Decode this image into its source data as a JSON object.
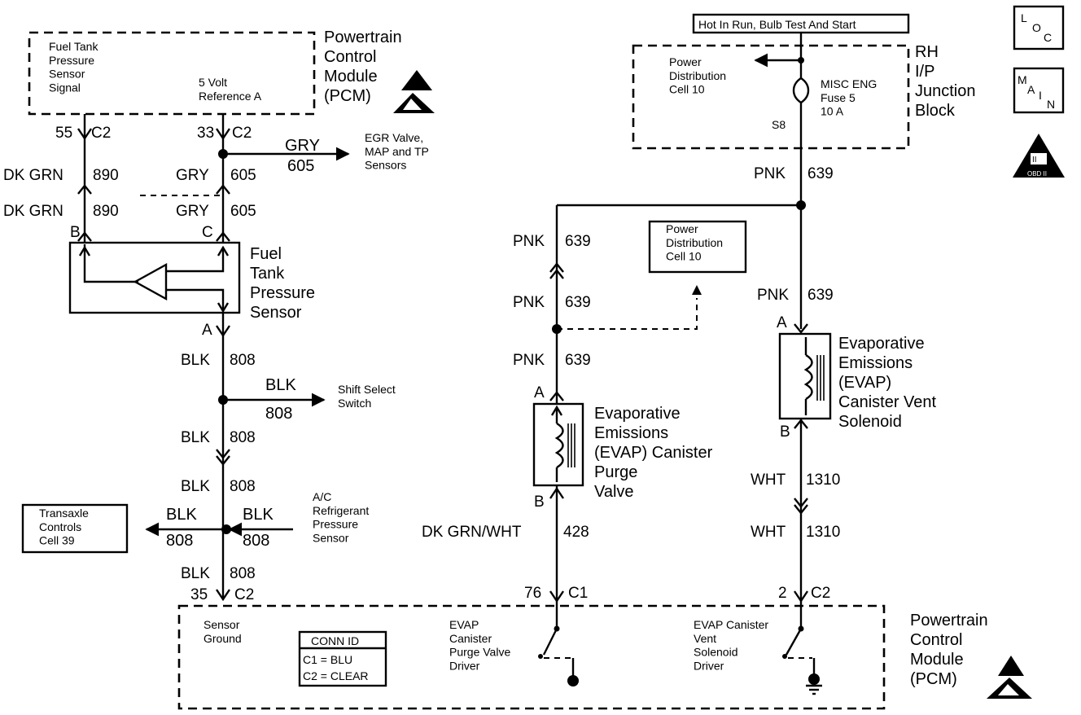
{
  "top_pcm": {
    "signal_label": "Fuel Tank\nPressure\nSensor\nSignal",
    "ref_label": "5 Volt\nReference A",
    "title": "Powertrain\nControl\nModule\n(PCM)"
  },
  "left": {
    "pin55": "55",
    "pin33": "33",
    "c2_a": "C2",
    "c2_b": "C2",
    "gry_branch_color": "GRY",
    "gry_branch_num": "605",
    "egr_label": "EGR Valve,\nMAP and TP\nSensors",
    "dkgrn_1": "DK GRN",
    "n890_1": "890",
    "gry_1": "GRY",
    "n605_1": "605",
    "dkgrn_2": "DK GRN",
    "n890_2": "890",
    "gry_2": "GRY",
    "n605_2": "605",
    "pin_b": "B",
    "pin_c": "C",
    "pin_a": "A",
    "sensor_title": "Fuel\nTank\nPressure\nSensor",
    "blk_1": "BLK",
    "n808_1": "808",
    "shift_blk": "BLK",
    "shift_808": "808",
    "shift_label": "Shift Select\nSwitch",
    "blk_2": "BLK",
    "n808_2": "808",
    "blk_3": "BLK",
    "n808_3": "808",
    "trans_blk": "BLK",
    "trans_808": "808",
    "trans_label": "Transaxle\nControls\nCell 39",
    "ac_blk": "BLK",
    "ac_808": "808",
    "ac_label": "A/C\nRefrigerant\nPressure\nSensor",
    "blk_4": "BLK",
    "n808_4": "808",
    "pin35": "35",
    "c2_c": "C2"
  },
  "junction": {
    "hot_label": "Hot In Run, Bulb Test And Start",
    "power_dist": "Power\nDistribution\nCell 10",
    "fuse": "MISC ENG\nFuse 5\n10 A",
    "s8": "S8",
    "title": "RH\nI/P\nJunction\nBlock"
  },
  "icons": {
    "loc": [
      "L",
      "O",
      "C"
    ],
    "main": [
      "M",
      "A",
      "I",
      "N"
    ],
    "obd": "OBD II"
  },
  "right": {
    "pnk_top": "PNK",
    "n639_top": "639",
    "pnk_l1": "PNK",
    "n639_l1": "639",
    "power_dist2": "Power\nDistribution\nCell 10",
    "pnk_l2": "PNK",
    "n639_l2": "639",
    "pnk_l3": "PNK",
    "n639_l3": "639",
    "pnk_r": "PNK",
    "n639_r": "639",
    "purge_a": "A",
    "purge_b": "B",
    "purge_title": "Evaporative\nEmissions\n(EVAP) Canister\nPurge\nValve",
    "vent_a": "A",
    "vent_b": "B",
    "vent_title": "Evaporative\nEmissions\n(EVAP)\nCanister Vent\nSolenoid",
    "dkgrnwht": "DK GRN/WHT",
    "n428": "428",
    "wht_1": "WHT",
    "n1310_1": "1310",
    "wht_2": "WHT",
    "n1310_2": "1310",
    "pin76": "76",
    "c1": "C1",
    "pin2": "2",
    "c2": "C2"
  },
  "bottom_pcm": {
    "sensor_ground": "Sensor\nGround",
    "conn_title": "CONN ID",
    "conn_c1": "C1 = BLU",
    "conn_c2": "C2 = CLEAR",
    "purge_driver": "EVAP\nCanister\nPurge Valve\nDriver",
    "vent_driver": "EVAP Canister\nVent\nSolenoid\nDriver",
    "title": "Powertrain\nControl\nModule\n(PCM)"
  }
}
